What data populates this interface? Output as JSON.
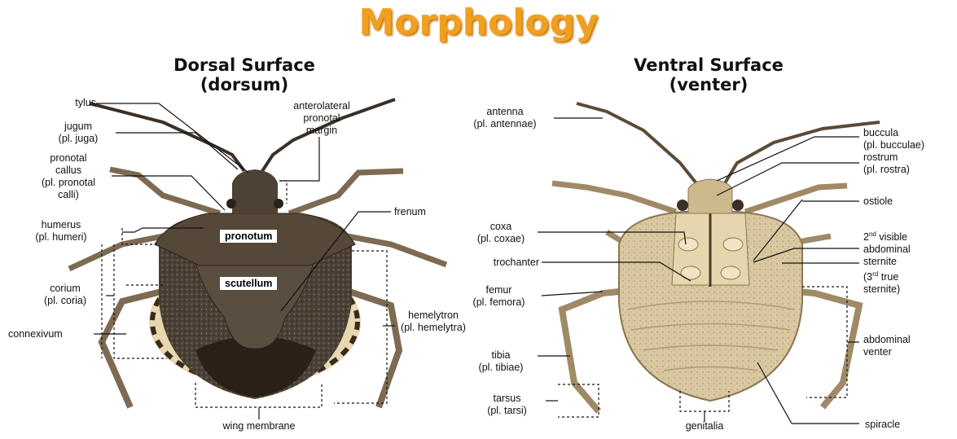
{
  "title": "Morphology",
  "dorsal": {
    "heading_line1": "Dorsal Surface",
    "heading_line2": "(dorsum)",
    "labels": {
      "tylus": "tylus",
      "jugum": "jugum",
      "jugum_pl": "(pl. juga)",
      "pronotal_callus_1": "pronotal",
      "pronotal_callus_2": "callus",
      "pronotal_callus_3": "(pl. pronotal",
      "pronotal_callus_4": "calli)",
      "humerus": "humerus",
      "humerus_pl": "(pl. humeri)",
      "corium": "corium",
      "corium_pl": "(pl. coria)",
      "connexivum": "connexivum",
      "anterolateral_1": "anterolateral",
      "anterolateral_2": "pronotal",
      "anterolateral_3": "margin",
      "frenum": "frenum",
      "hemelytron": "hemelytron",
      "hemelytron_pl": "(pl. hemelytra)",
      "wing_membrane": "wing membrane",
      "pronotum": "pronotum",
      "scutellum": "scutellum"
    }
  },
  "ventral": {
    "heading_line1": "Ventral Surface",
    "heading_line2": "(venter)",
    "labels": {
      "antenna": "antenna",
      "antenna_pl": "(pl. antennae)",
      "coxa": "coxa",
      "coxa_pl": "(pl. coxae)",
      "trochanter": "trochanter",
      "femur": "femur",
      "femur_pl": "(pl. femora)",
      "tibia": "tibia",
      "tibia_pl": "(pl. tibiae)",
      "tarsus": "tarsus",
      "tarsus_pl": "(pl. tarsi)",
      "genitalia": "genitalia",
      "buccula": "buccula",
      "buccula_pl": "(pl. bucculae)",
      "rostrum": "rostrum",
      "rostrum_pl": "(pl. rostra)",
      "ostiole": "ostiole",
      "sternite_num": "2",
      "sternite_sup": "nd",
      "sternite_1": "visible",
      "sternite_2": "abdominal",
      "sternite_3": "sternite",
      "sternite_paren_open": "(3",
      "sternite_sup2": "rd",
      "sternite_4": "true",
      "sternite_5": "sternite)",
      "abdominal_1": "abdominal",
      "abdominal_2": "venter",
      "spiracle": "spiracle"
    }
  },
  "colors": {
    "title": "#f0a020",
    "dorsal_body": "#4a4036",
    "ventral_body": "#d9c8a0",
    "leader_line": "#111111"
  }
}
